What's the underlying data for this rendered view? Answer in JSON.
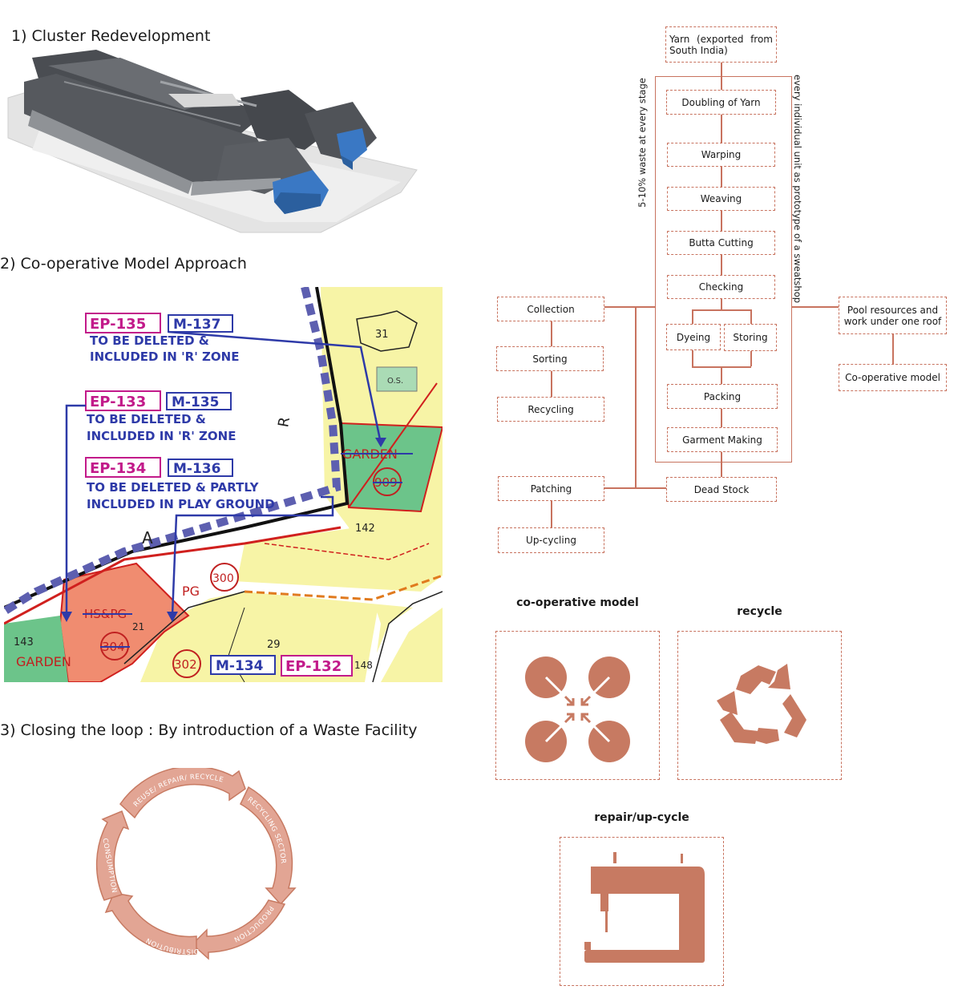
{
  "sections": {
    "s1": "1) Cluster Redevelopment",
    "s2": "2) Co-operative Model Approach",
    "s3": "3) Closing the loop : By introduction of a Waste Facility"
  },
  "map": {
    "ep135": "EP-135",
    "m137": "M-137",
    "ep135_desc1": "TO BE DELETED &",
    "ep135_desc2": "INCLUDED IN 'R' ZONE",
    "ep133": "EP-133",
    "m135": "M-135",
    "ep133_desc1": "TO BE DELETED &",
    "ep133_desc2": "INCLUDED IN 'R' ZONE",
    "ep134": "EP-134",
    "m136": "M-136",
    "ep134_desc1": "TO BE DELETED & PARTLY",
    "ep134_desc2": "INCLUDED IN PLAY GROUND",
    "m134": "M-134",
    "ep132": "EP-132",
    "garden": "GARDEN",
    "garden2": "GARDEN",
    "hspg": "HS&PG",
    "pg": "PG",
    "n31": "31",
    "n142": "142",
    "n143": "143",
    "n29": "29",
    "n21": "21",
    "n148": "148",
    "c909": "909",
    "c304": "304",
    "c302": "302",
    "c300": "300",
    "os": "O.S.",
    "letter_r": "R",
    "letter_a": "A"
  },
  "flow": {
    "yarn": "Yarn (exported from South India)",
    "doubling": "Doubling of Yarn",
    "warping": "Warping",
    "weaving": "Weaving",
    "butta": "Butta Cutting",
    "checking": "Checking",
    "dyeing": "Dyeing",
    "storing": "Storing",
    "packing": "Packing",
    "garment": "Garment Making",
    "deadstock": "Dead Stock",
    "collection": "Collection",
    "sorting": "Sorting",
    "recycling": "Recycling",
    "patching": "Patching",
    "upcycling": "Up-cycling",
    "pool": "Pool resources and work under one roof",
    "coop": "Co-operative model",
    "waste_label": "5-10% waste at every stage",
    "proto_label": "every individual unit as prototype of a sweatshop"
  },
  "cycle": {
    "reuse": "REUSE/ REPAIR/ RECYCLE",
    "recycling_sector": "RECYCLING SECTOR",
    "production": "PRODUCTION",
    "distribution": "DISTRIBUTION",
    "consumption": "CONSUMPTION"
  },
  "icons": {
    "coop_title": "co-operative model",
    "recycle_title": "recycle",
    "repair_title": "repair/up-cycle"
  },
  "colors": {
    "accent": "#c8735f",
    "icon_fill": "#c77a62",
    "map_yellow": "#f7f4a6",
    "map_green": "#6cc48a"
  }
}
